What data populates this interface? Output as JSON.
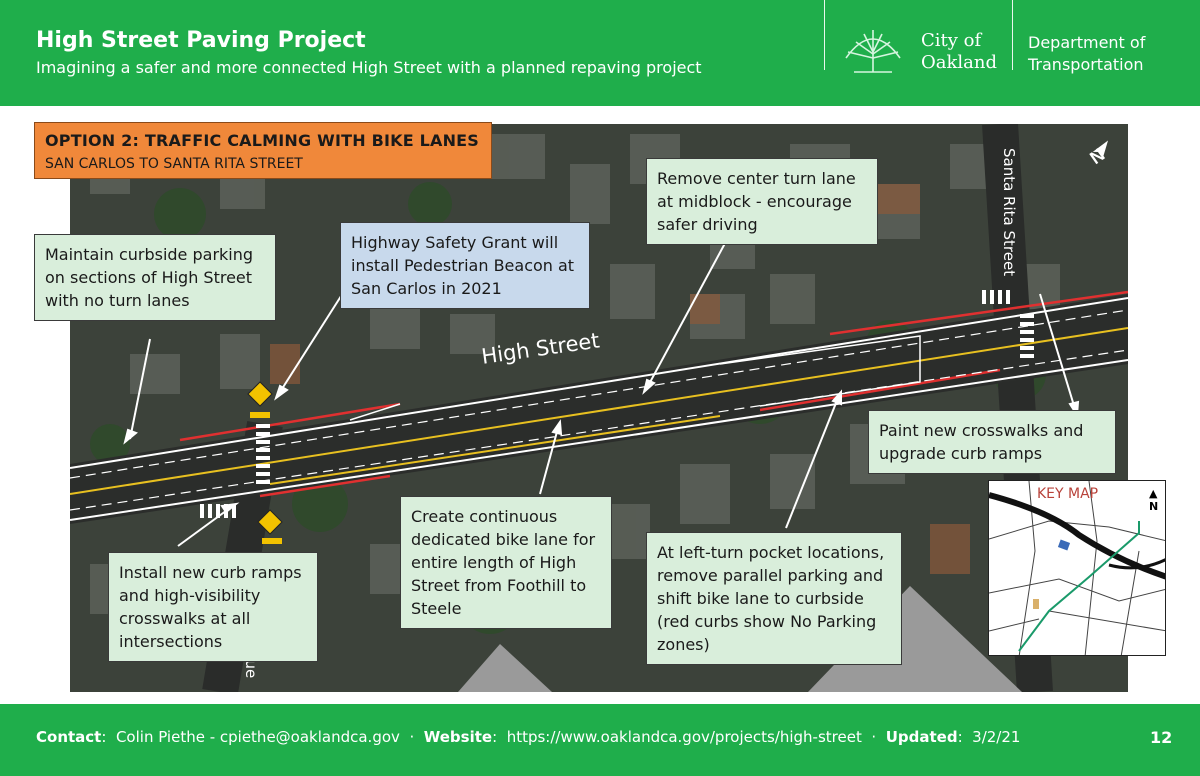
{
  "header": {
    "title": "High Street Paving Project",
    "subtitle": "Imagining a safer and more connected High Street with a planned repaving project",
    "city_line1": "City of",
    "city_line2": "Oakland",
    "dept_line1": "Department of",
    "dept_line2": "Transportation"
  },
  "option": {
    "title": "OPTION 2: TRAFFIC CALMING WITH BIKE LANES",
    "subtitle": "SAN CARLOS TO SANTA RITA STREET"
  },
  "callouts": {
    "curbside_parking": "Maintain curbside parking on sections of High Street with no turn lanes",
    "safety_grant": "Highway Safety Grant will install Pedestrian Beacon at San Carlos in 2021",
    "center_turn": "Remove center turn lane at midblock - encourage safer driving",
    "crosswalks": "Paint new crosswalks and upgrade curb ramps",
    "curb_ramps": "Install new curb ramps and high-visibility crosswalks at all intersections",
    "bike_lane": "Create continuous dedicated bike lane for entire length of High Street from Foothill to Steele",
    "left_turn": "At left-turn pocket locations, remove parallel parking and shift bike lane to curbside (red curbs show No Parking zones)"
  },
  "map_labels": {
    "high_street": "High Street",
    "santa_rita": "Santa Rita Street",
    "avenue_fragment": "nue"
  },
  "key_map": {
    "title": "KEY MAP",
    "north": "N"
  },
  "footer": {
    "contact_label": "Contact",
    "contact_value": "Colin Piethe - cpiethe@oaklandca.gov",
    "website_label": "Website",
    "website_value": "https://www.oaklandca.gov/projects/high-street",
    "updated_label": "Updated",
    "updated_value": "3/2/21",
    "page_number": "12"
  },
  "colors": {
    "brand_green": "#1fae4b",
    "option_orange": "#f0883a",
    "callout_green": "#d9eedb",
    "callout_blue": "#c8d9ec",
    "no_parking_red": "#e03030",
    "center_line_yellow": "#e8c020"
  }
}
